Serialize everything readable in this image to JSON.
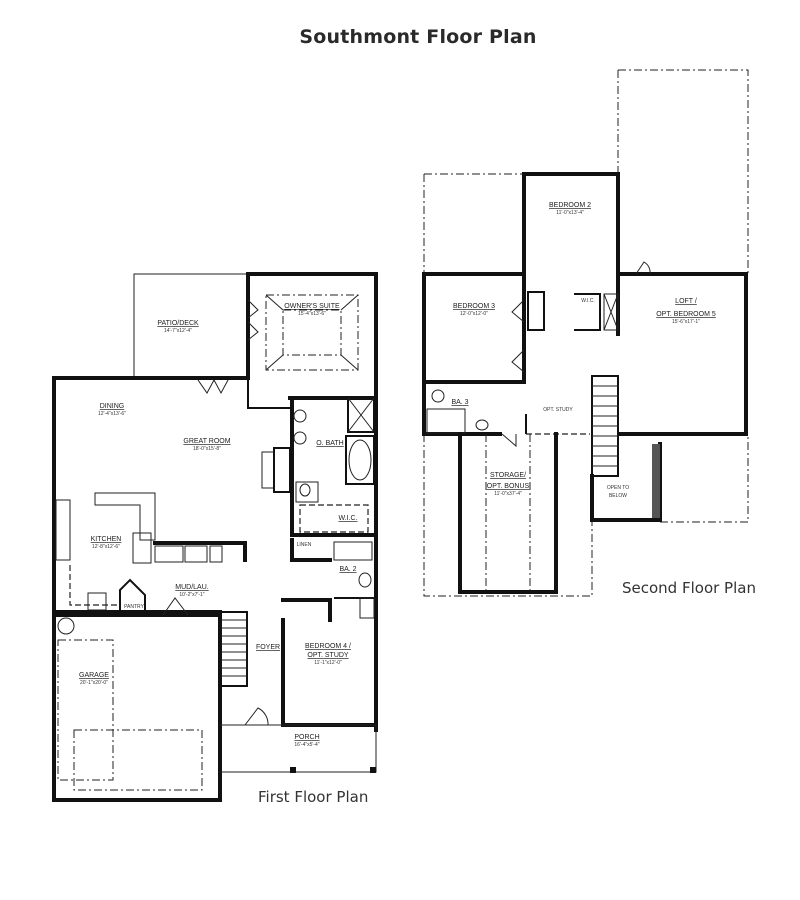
{
  "title": "Southmont Floor Plan",
  "first_floor": {
    "caption": "First Floor Plan",
    "rooms": {
      "patio": {
        "name": "PATIO/DECK",
        "dims": "14'-7\"x12'-4\""
      },
      "owners_suite": {
        "name": "OWNER'S SUITE",
        "dims": "15'-4\"x13'-6\""
      },
      "dining": {
        "name": "DINING",
        "dims": "12'-4\"x13'-6\""
      },
      "great_room": {
        "name": "GREAT ROOM",
        "dims": "18'-0\"x15'-8\""
      },
      "o_bath": {
        "name": "O. BATH"
      },
      "wic": {
        "name": "W.I.C."
      },
      "kitchen": {
        "name": "KITCHEN",
        "dims": "12'-8\"x12'-6\""
      },
      "mudfall": {
        "name": "MUD/LAU.",
        "dims": "10'-2\"x7'-1\""
      },
      "pantry": {
        "name": "PANTRY"
      },
      "linen": {
        "name": "LINEN"
      },
      "ba2": {
        "name": "BA. 2"
      },
      "foyer": {
        "name": "FOYER"
      },
      "bedroom4_line1": {
        "name": "BEDROOM 4 /"
      },
      "bedroom4": {
        "name": "OPT. STUDY",
        "dims": "11'-1\"x12'-0\""
      },
      "garage": {
        "name": "GARAGE",
        "dims": "20'-1\"x20'-0\""
      },
      "porch": {
        "name": "PORCH",
        "dims": "16'-4\"x5'-4\""
      }
    }
  },
  "second_floor": {
    "caption": "Second Floor Plan",
    "rooms": {
      "bedroom2": {
        "name": "BEDROOM 2",
        "dims": "11'-0\"x13'-4\""
      },
      "bedroom3": {
        "name": "BEDROOM 3",
        "dims": "12'-0\"x12'-0\""
      },
      "wic": {
        "name": "W.I.C."
      },
      "loft_line1": {
        "name": "LOFT /"
      },
      "loft": {
        "name": "OPT. BEDROOM 5",
        "dims": "15'-6\"x17'-1\""
      },
      "ba3": {
        "name": "BA. 3"
      },
      "opt_study": {
        "name": "OPT. STUDY"
      },
      "storage_line1": {
        "name": "STORAGE/"
      },
      "storage": {
        "name": "OPT. BONUS",
        "dims": "11'-0\"x37'-4\""
      },
      "open_line1": {
        "name": "OPEN TO"
      },
      "open_below": {
        "name": "BELOW"
      }
    }
  }
}
